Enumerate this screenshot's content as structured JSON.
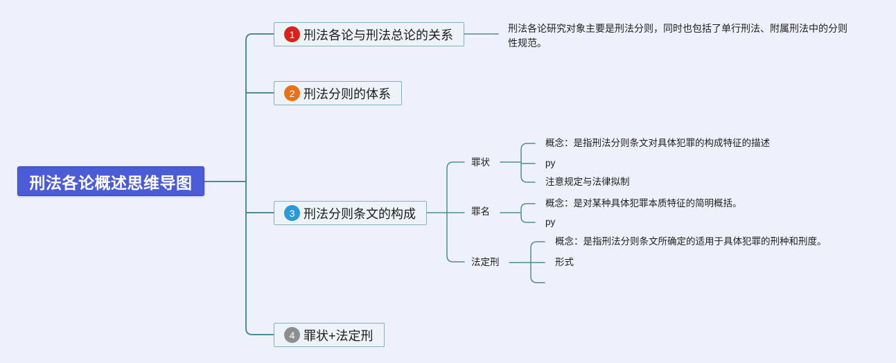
{
  "root": {
    "title": "刑法各论概述思维导图",
    "color": "#4b5cd6"
  },
  "line_color": "#4e8d8f",
  "topics": [
    {
      "number": "1",
      "label": "刑法各论与刑法总论的关系",
      "badge_color": "#d8231b",
      "note": "刑法各论研究对象主要是刑法分则，同时也包括了单行刑法、附属刑法中的分则性规范。"
    },
    {
      "number": "2",
      "label": "刑法分则的体系",
      "badge_color": "#e8721c"
    },
    {
      "number": "3",
      "label": "刑法分则条文的构成",
      "badge_color": "#2a9ad8",
      "subtopics": [
        {
          "label": "罪状",
          "items": [
            "概念：是指刑法分则条文对具体犯罪的构成特征的描述",
            "py",
            "注意规定与法律拟制"
          ]
        },
        {
          "label": "罪名",
          "items": [
            "概念：是对某种具体犯罪本质特征的简明概括。",
            "py"
          ]
        },
        {
          "label": "法定刑",
          "items": [
            "概念：是指刑法分则条文所确定的适用于具体犯罪的刑种和刑度。",
            "形式",
            ""
          ]
        }
      ]
    },
    {
      "number": "4",
      "label": "罪状+法定刑",
      "badge_color": "#8e8e8e"
    }
  ]
}
